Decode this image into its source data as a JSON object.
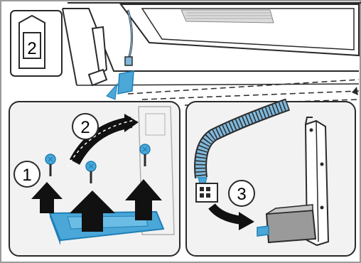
{
  "figure": {
    "step_badge": "2",
    "callouts": [
      {
        "id": "c1",
        "label": "1"
      },
      {
        "id": "c2",
        "label": "2"
      },
      {
        "id": "c3",
        "label": "3"
      }
    ]
  },
  "colors": {
    "outline": "#2a2a2a",
    "panel_fill": "#f2f2f2",
    "arrow_fill": "#111111",
    "blue_part": "#4aa7d8",
    "blue_part_dark": "#1f7fb5",
    "cable_blue": "#7fb8db",
    "tray_grey": "#9a9a9a",
    "screen_grey": "#bdbdbd"
  }
}
